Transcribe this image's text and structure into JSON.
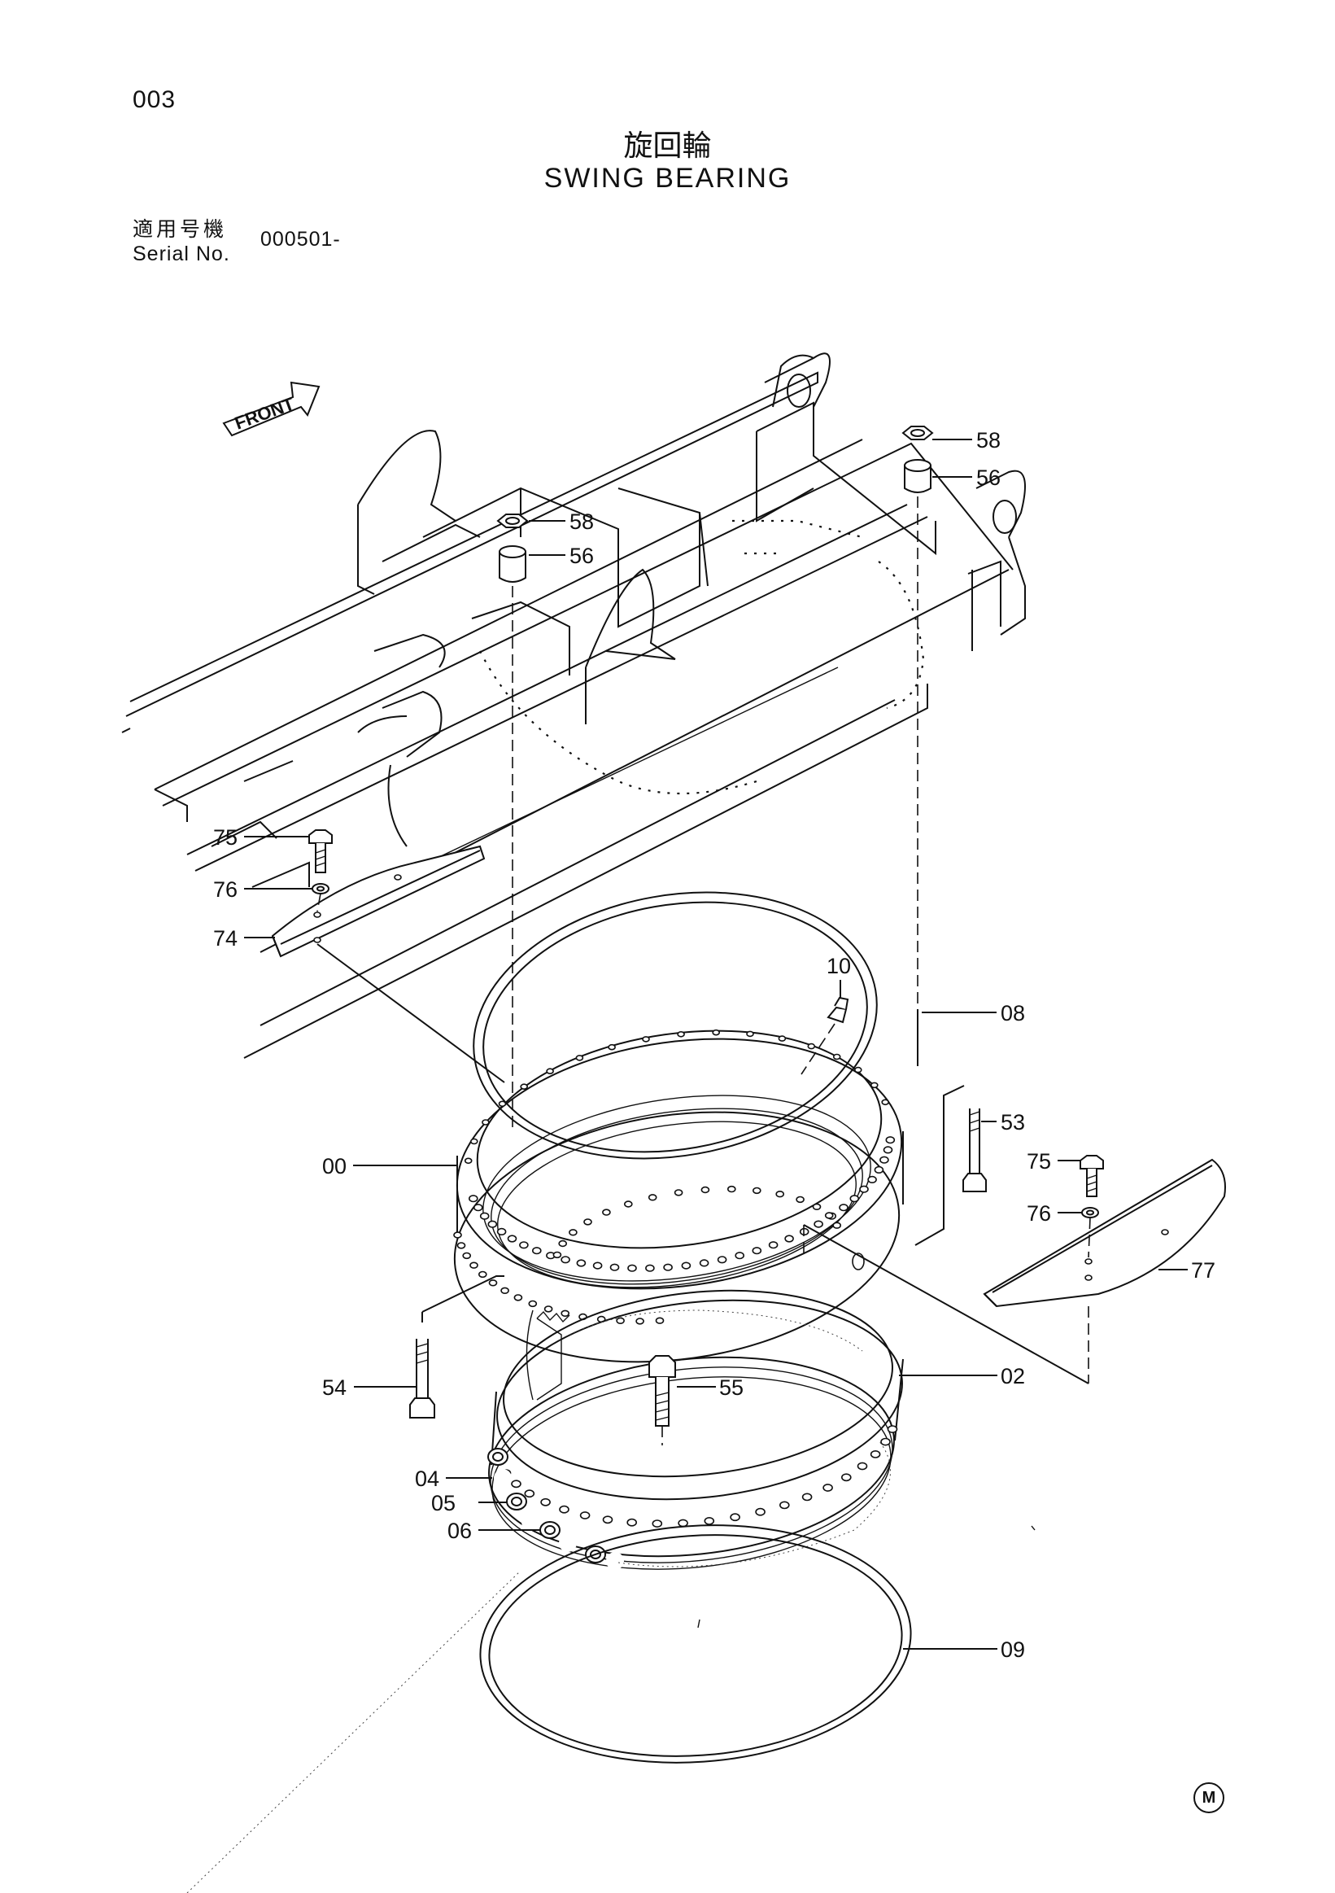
{
  "header": {
    "page_number": "003",
    "title_jp": "旋回輪",
    "title_en": "SWING BEARING",
    "serial_label_jp": "適用号機",
    "serial_label_en": "Serial No.",
    "serial_value": "000501-"
  },
  "diagram": {
    "front_arrow": "FRONT",
    "callouts": [
      "58",
      "56",
      "58",
      "56",
      "75",
      "76",
      "74",
      "10",
      "08",
      "53",
      "75",
      "76",
      "00",
      "77",
      "54",
      "55",
      "02",
      "04",
      "05",
      "06",
      "09"
    ]
  },
  "footer": {
    "mark": "M"
  }
}
